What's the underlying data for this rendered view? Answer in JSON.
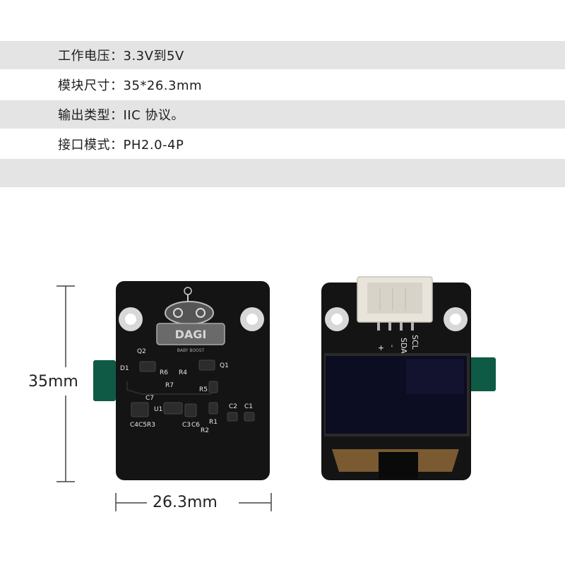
{
  "specs": [
    {
      "text": "工作电压：3.3V到5V"
    },
    {
      "text": "模块尺寸：35*26.3mm"
    },
    {
      "text": "输出类型：IIC 协议。"
    },
    {
      "text": "接口模式：PH2.0-4P"
    },
    {
      "text": ""
    }
  ],
  "dimensions": {
    "height_label": "35mm",
    "width_label": "26.3mm"
  },
  "back_board": {
    "logo_text": "BABY BOOST",
    "silkscreen": [
      "Q2",
      "D1",
      "R6",
      "R4",
      "Q1",
      "R7",
      "R5",
      "C7",
      "U1",
      "C2",
      "C1",
      "C4",
      "C5",
      "R3",
      "C3",
      "C6",
      "R2",
      "R1"
    ]
  },
  "front_board": {
    "pin_labels": [
      "+",
      "-",
      "SDA",
      "SCL"
    ]
  },
  "colors": {
    "pcb": "#141414",
    "tab": "#0f5a45",
    "connector": "#e8e4dc",
    "screen": "#0c0c22"
  }
}
